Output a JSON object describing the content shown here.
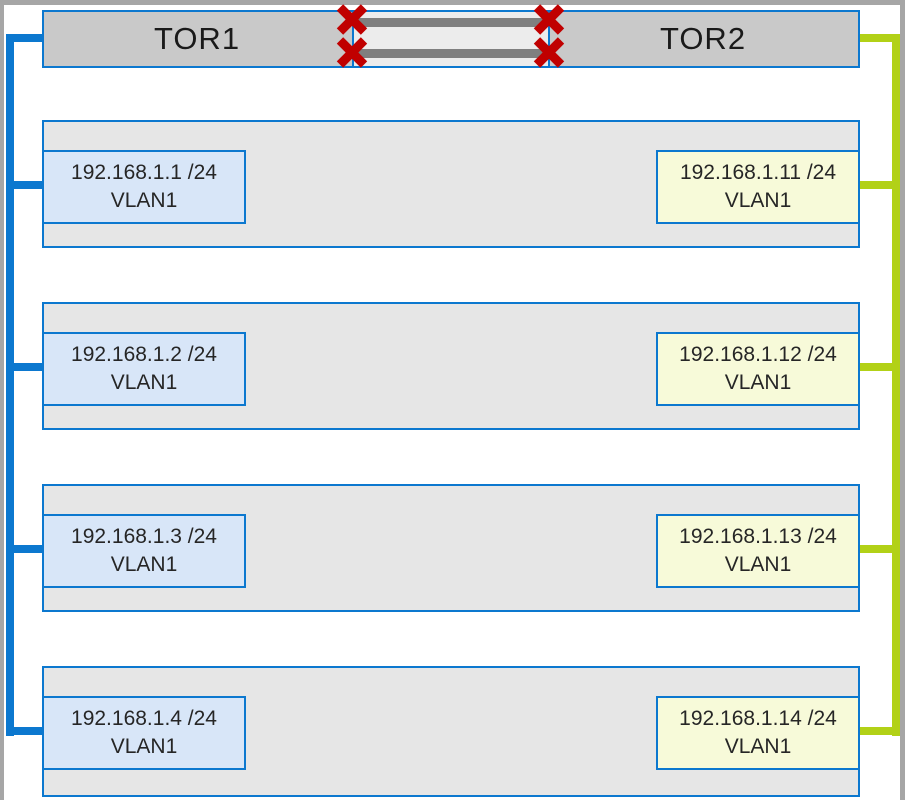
{
  "colors": {
    "blue": "#0c78cf",
    "green": "#b2d117",
    "red": "#c00000",
    "frame": "#a6a6a6",
    "tor_fill": "#c9c9c9",
    "panel_fill": "#ececec",
    "link_bar": "#7f7f7f",
    "band_fill": "#e6e6e6",
    "nic_left_fill": "#d8e6f8",
    "nic_right_fill": "#f7fad9",
    "text": "#262626"
  },
  "switches": {
    "tor1": {
      "label": "TOR1"
    },
    "tor2": {
      "label": "TOR2"
    }
  },
  "peer_links": {
    "count": 2,
    "status": "failed",
    "failure_marks": 4
  },
  "servers": [
    {
      "left_nic": {
        "ip": "192.168.1.1 /24",
        "vlan": "VLAN1"
      },
      "right_nic": {
        "ip": "192.168.1.11 /24",
        "vlan": "VLAN1"
      }
    },
    {
      "left_nic": {
        "ip": "192.168.1.2 /24",
        "vlan": "VLAN1"
      },
      "right_nic": {
        "ip": "192.168.1.12 /24",
        "vlan": "VLAN1"
      }
    },
    {
      "left_nic": {
        "ip": "192.168.1.3 /24",
        "vlan": "VLAN1"
      },
      "right_nic": {
        "ip": "192.168.1.13 /24",
        "vlan": "VLAN1"
      }
    },
    {
      "left_nic": {
        "ip": "192.168.1.4 /24",
        "vlan": "VLAN1"
      },
      "right_nic": {
        "ip": "192.168.1.14 /24",
        "vlan": "VLAN1"
      }
    }
  ]
}
